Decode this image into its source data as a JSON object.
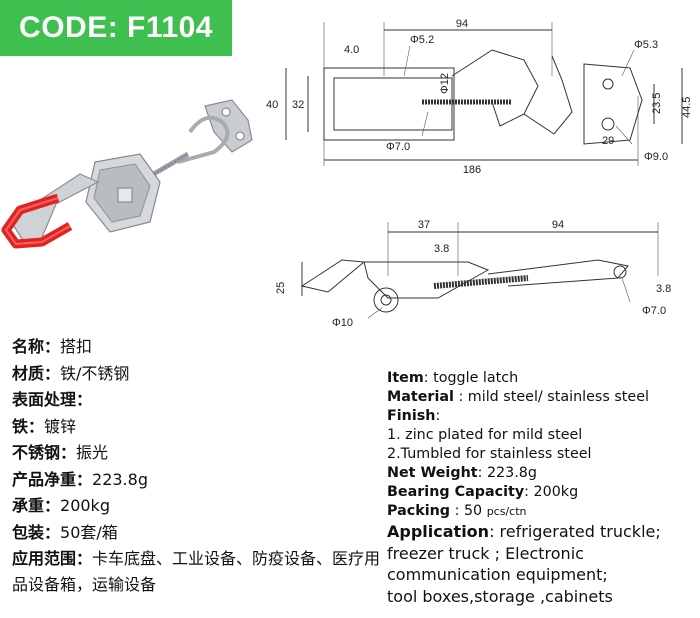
{
  "badge": {
    "code": "CODE: F1104"
  },
  "dimensions_top": {
    "len94": "94",
    "d52": "Φ5.2",
    "t40": "4.0",
    "d53": "Φ5.3",
    "h40": "40",
    "h32": "32",
    "d12": "Φ12",
    "h235": "23.5",
    "h445": "44.5",
    "w29": "29",
    "d70": "Φ7.0",
    "d90": "Φ9.0",
    "len186": "186"
  },
  "dimensions_side": {
    "w37": "37",
    "w94": "94",
    "t38a": "3.8",
    "h25": "25",
    "t38b": "3.8",
    "d10": "Φ10",
    "d70": "Φ7.0"
  },
  "cn": {
    "name_label": "名称：",
    "name_value": "搭扣",
    "material_label": "材质：",
    "material_value": "铁/不锈钢",
    "surface_label": "表面处理：",
    "iron_label": "铁：",
    "iron_value": "镀锌",
    "ss_label": "不锈钢：",
    "ss_value": "振光",
    "weight_label": "产品净重：",
    "weight_value": "223.8g",
    "bearing_label": "承重：",
    "bearing_value": "200kg",
    "packing_label": "包装：",
    "packing_value": "50套/箱",
    "app_label": "应用范围：",
    "app_value": "卡车底盘、工业设备、防疫设备、医疗用品设备箱，运输设备"
  },
  "en": {
    "item_label": "Item",
    "item_value": ": toggle latch",
    "material_label": "Material",
    "material_value": " : mild steel/ stainless steel",
    "finish_label": "Finish",
    "finish_colon": ":",
    "finish_1": "1. zinc plated for mild steel",
    "finish_2": "2.Tumbled for stainless steel",
    "weight_label": "Net Weight",
    "weight_value": ": 223.8g",
    "bearing_label": "Bearing Capacity",
    "bearing_value": ": 200kg",
    "packing_label": "Packing",
    "packing_value": " : 50 ",
    "packing_unit": "pcs/ctn",
    "app_label": "Application",
    "app_value": ": refrigerated truckle;",
    "app_2": "freezer truck ; Electronic",
    "app_3": "communication equipment;",
    "app_4": "tool boxes,storage ,cabinets"
  }
}
